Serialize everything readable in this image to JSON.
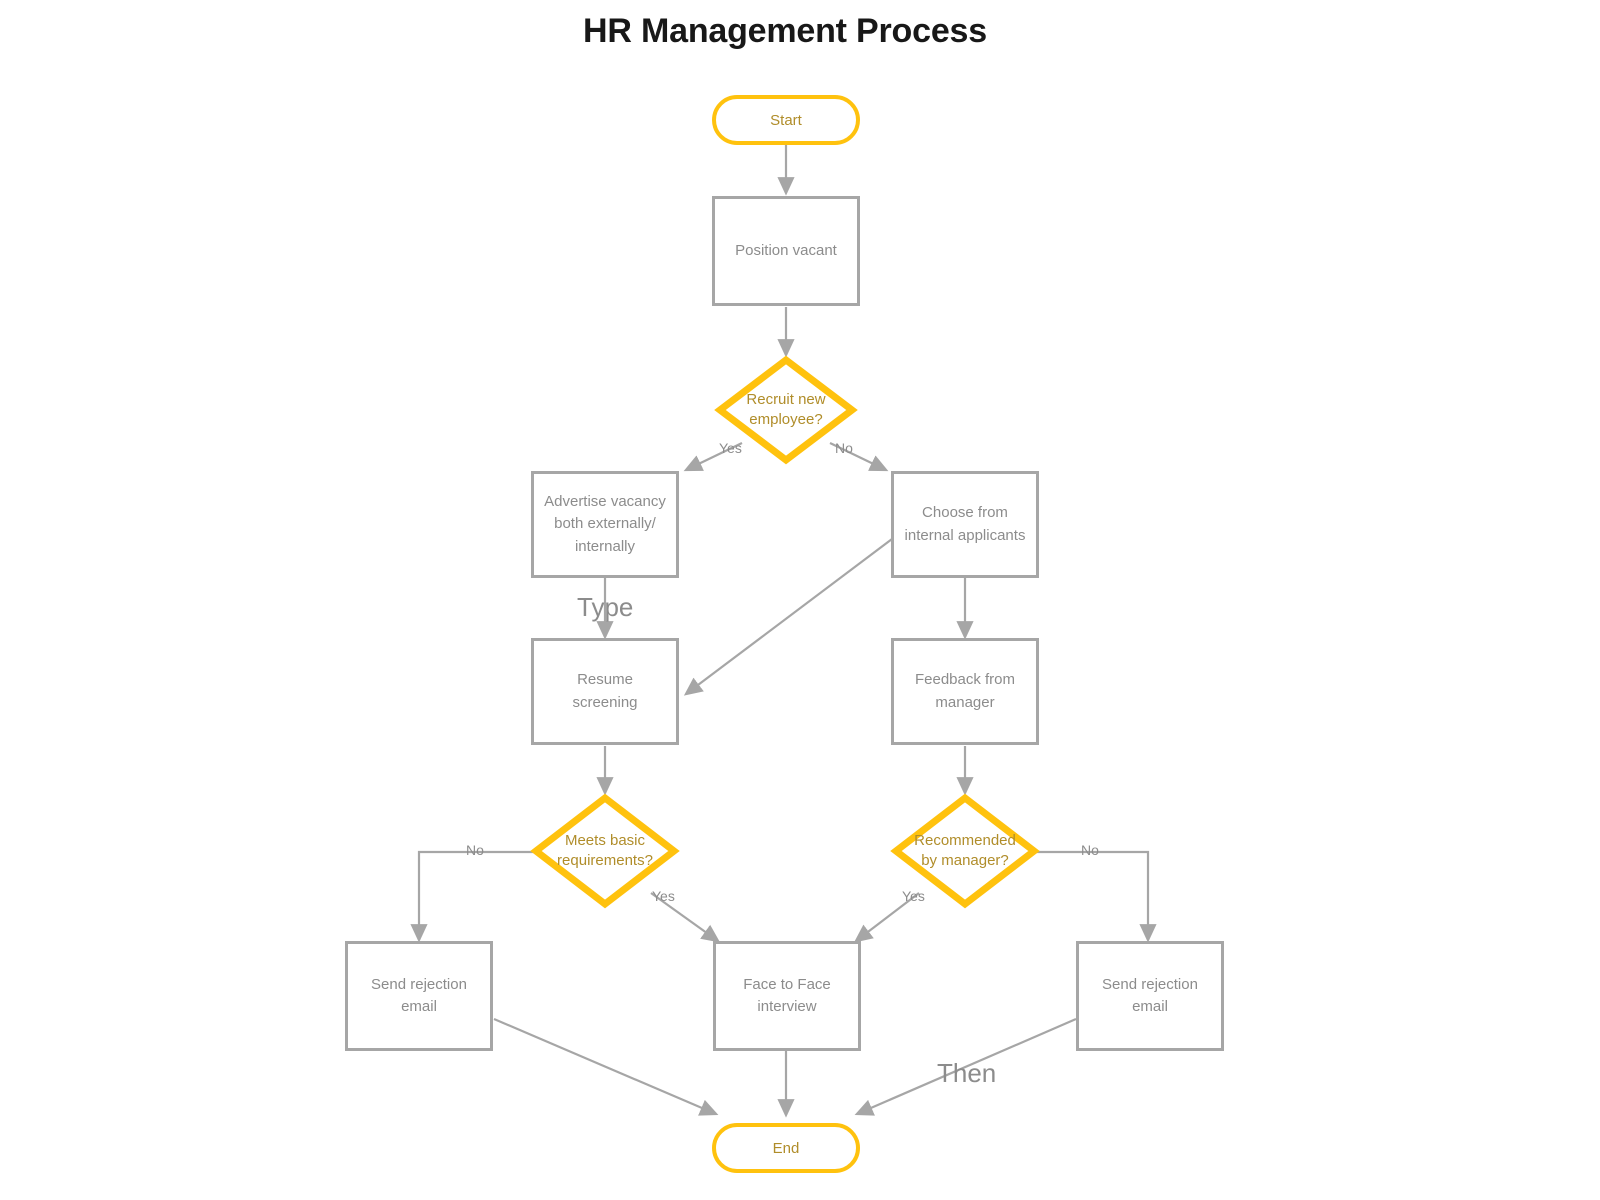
{
  "title": "HR Management Process",
  "theme": {
    "accent": "#ffc20e",
    "accent_text": "#b08d2a",
    "node_border": "#a6a6a6",
    "node_text": "#8c8c8c",
    "edge": "#a6a6a6",
    "title_color": "#181818",
    "background": "#ffffff"
  },
  "nodes": {
    "start": {
      "label": "Start",
      "shape": "terminator"
    },
    "position_vacant": {
      "label": "Position vacant",
      "shape": "process"
    },
    "recruit_decision": {
      "label": "Recruit new\nemployee?",
      "line1": "Recruit new",
      "line2": "employee?",
      "shape": "decision"
    },
    "advertise": {
      "label": "Advertise vacancy both externally/ internally",
      "line1": "Advertise vacancy",
      "line2": "both externally/",
      "line3": "internally",
      "shape": "process"
    },
    "choose_internal": {
      "label": "Choose from internal applicants",
      "line1": "Choose from",
      "line2": "internal applicants",
      "shape": "process"
    },
    "resume_screening": {
      "label": "Resume screening",
      "line1": "Resume",
      "line2": "screening",
      "shape": "process"
    },
    "feedback_manager": {
      "label": "Feedback from manager",
      "line1": "Feedback from",
      "line2": "manager",
      "shape": "process"
    },
    "meets_requirements": {
      "label": "Meets basic requirements?",
      "line1": "Meets basic",
      "line2": "requirements?",
      "shape": "decision"
    },
    "recommended_manager": {
      "label": "Recommended by manager?",
      "line1": "Recommended",
      "line2": "by manager?",
      "shape": "decision"
    },
    "rejection_left": {
      "label": "Send rejection email",
      "line1": "Send rejection",
      "line2": "email",
      "shape": "process"
    },
    "face_interview": {
      "label": "Face to Face interview",
      "line1": "Face to Face",
      "line2": "interview",
      "shape": "process"
    },
    "rejection_right": {
      "label": "Send rejection email",
      "line1": "Send rejection",
      "line2": "email",
      "shape": "process"
    },
    "end": {
      "label": "End",
      "shape": "terminator"
    }
  },
  "edge_labels": {
    "recruit_yes": "Yes",
    "recruit_no": "No",
    "meets_no": "No",
    "meets_yes": "Yes",
    "recommended_yes": "Yes",
    "recommended_no": "No"
  },
  "annotations": {
    "type_note": "Type",
    "then_note": "Then"
  }
}
